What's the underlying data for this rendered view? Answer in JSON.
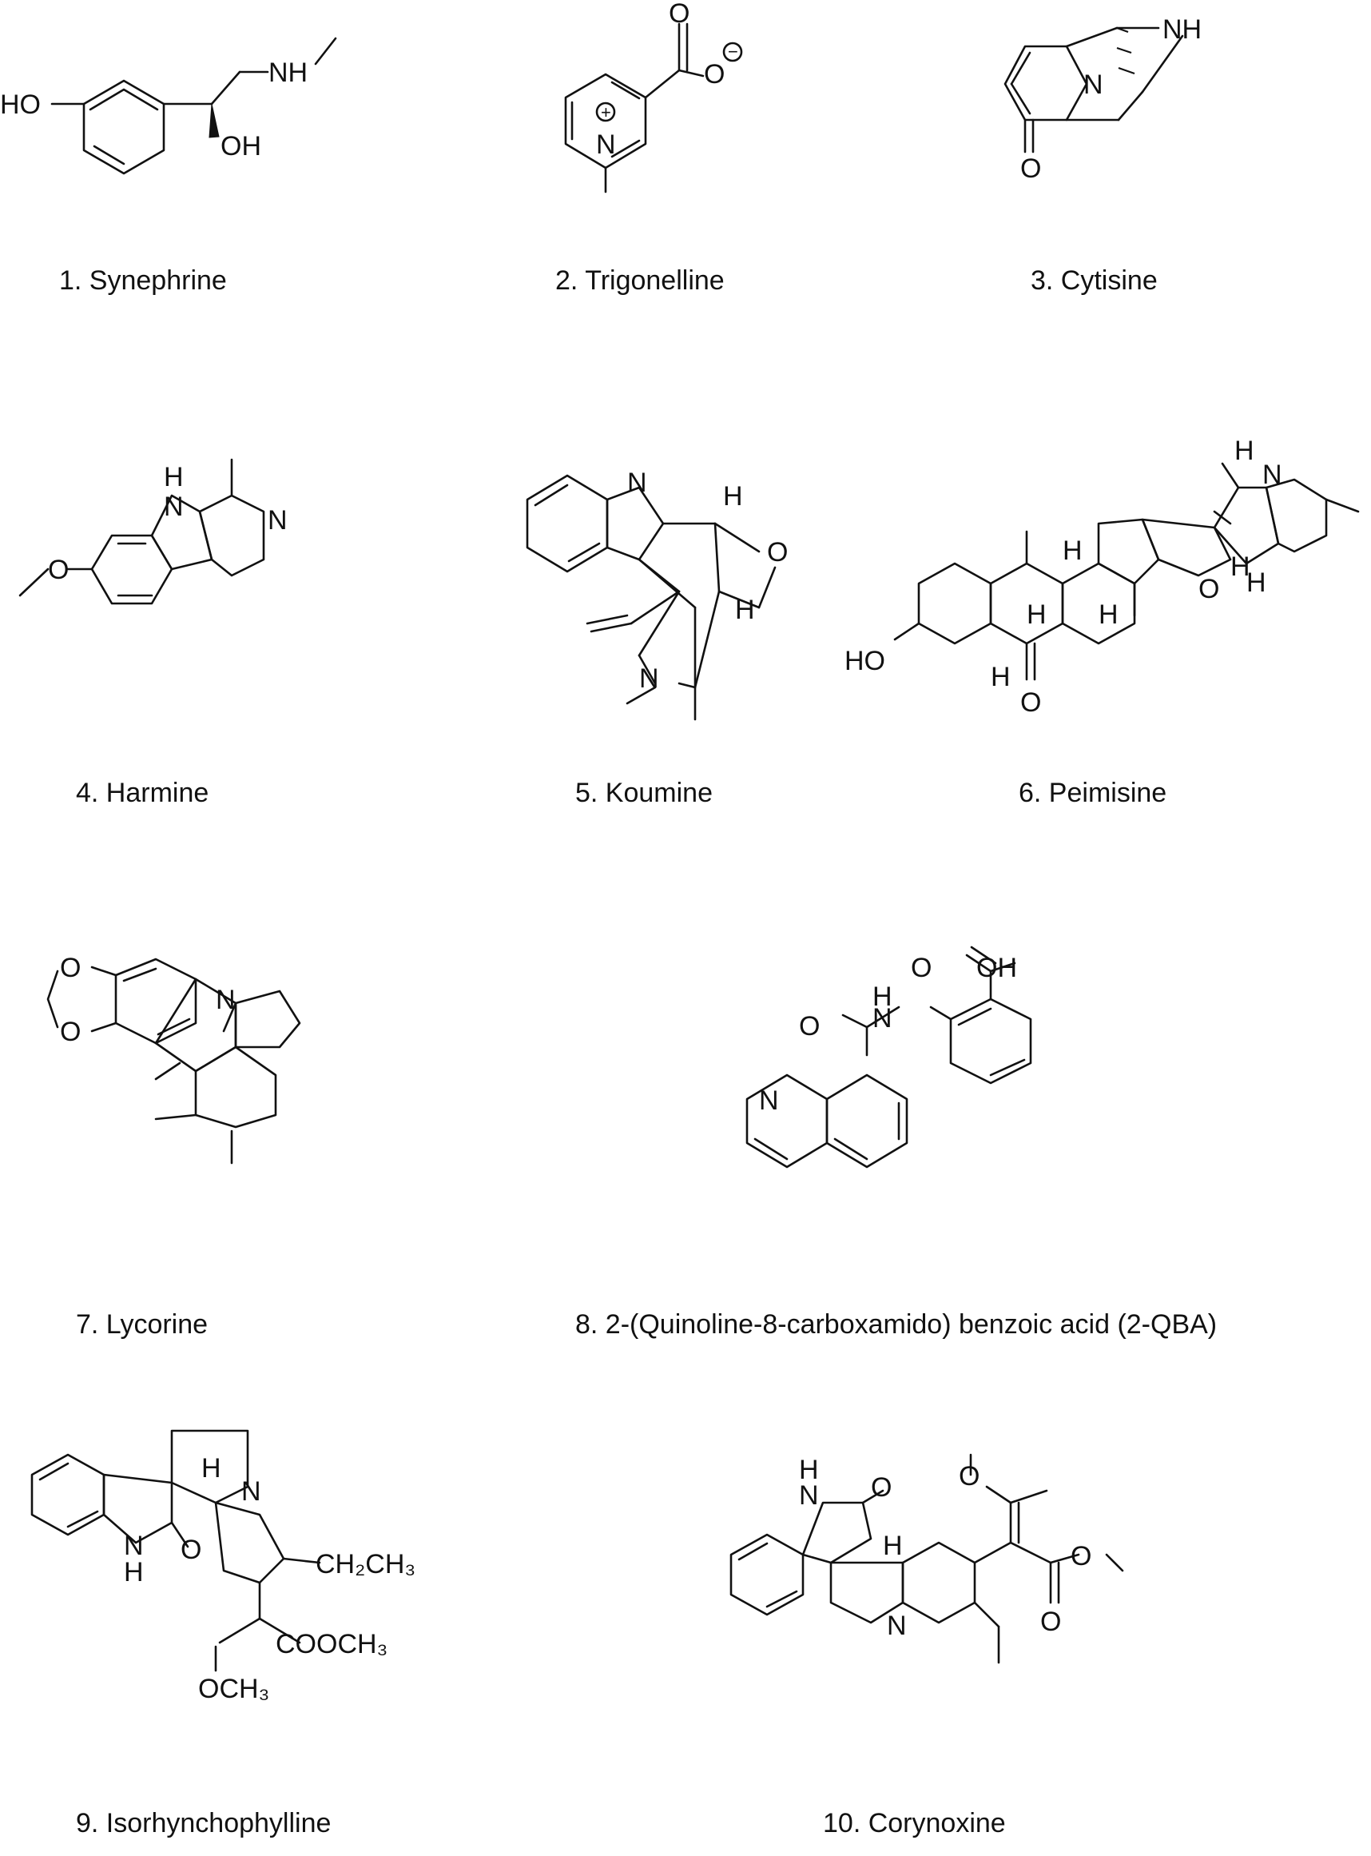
{
  "compounds": [
    {
      "caption": "1. Synephrine",
      "atoms": {
        "ho": "HO",
        "nh": "NH",
        "oh": "OH"
      }
    },
    {
      "caption": "2. Trigonelline",
      "atoms": {
        "o1": "O",
        "o2": "O",
        "n": "N",
        "plus": "+",
        "minus": "−"
      }
    },
    {
      "caption": "3. Cytisine",
      "atoms": {
        "nh": "NH",
        "n": "N",
        "o": "O"
      }
    },
    {
      "caption": "4. Harmine",
      "atoms": {
        "h": "H",
        "n1": "N",
        "n2": "N",
        "o": "O"
      }
    },
    {
      "caption": "5. Koumine",
      "atoms": {
        "n1": "N",
        "h1": "H",
        "o": "O",
        "h2": "H",
        "n2": "N"
      }
    },
    {
      "caption": "6. Peimisine",
      "atoms": {
        "ho": "HO",
        "o1": "O",
        "o2": "O",
        "nh_h": "H",
        "nh_n": "N",
        "h1": "H",
        "h2": "H",
        "h3": "H",
        "h4": "H",
        "h5": "H",
        "h6": "H"
      }
    },
    {
      "caption": "7. Lycorine",
      "atoms": {
        "o1": "O",
        "o2": "O",
        "n": "N"
      }
    },
    {
      "caption": "8. 2-(Quinoline-8-carboxamido) benzoic acid (2-QBA)",
      "atoms": {
        "o1": "O",
        "oh": "OH",
        "h": "H",
        "n1": "N",
        "o2": "O",
        "n2": "N"
      }
    },
    {
      "caption": "9. Isorhynchophylline",
      "atoms": {
        "h1": "H",
        "n1": "N",
        "nh_n": "N",
        "nh_h": "H",
        "o": "O",
        "ch2ch3": "CH₂CH₃",
        "cooch3": "COOCH₃",
        "och3": "OCH₃"
      }
    },
    {
      "caption": "10. Corynoxine",
      "atoms": {
        "h1": "H",
        "n1": "N",
        "o1": "O",
        "o2": "O",
        "h2": "H",
        "n2": "N",
        "o3": "O",
        "o4": "O"
      }
    }
  ]
}
